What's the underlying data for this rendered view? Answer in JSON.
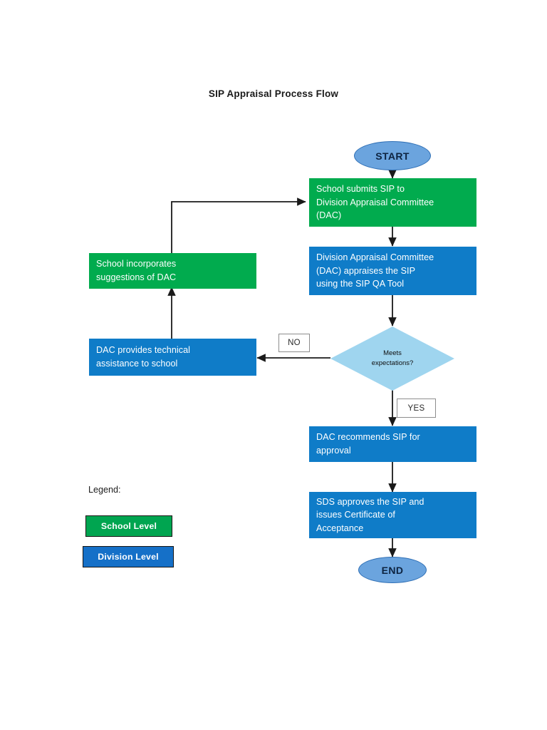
{
  "document": {
    "title": "SIP Appraisal Process Flow"
  },
  "flow": {
    "start": {
      "label": "START"
    },
    "end": {
      "label": "END"
    },
    "nodes": [
      {
        "id": "school-submits-sip",
        "label": "School submits SIP to Division Appraisal Committee (DAC)",
        "lines": [
          "School submits SIP to",
          "Division Appraisal Committee",
          "(DAC)"
        ],
        "level": "School Level",
        "color": "#01ab4e"
      },
      {
        "id": "dac-appraises-sip",
        "label": "Division Appraisal Committee (DAC) appraises the SIP using the SIP QA Tool",
        "lines": [
          "Division Appraisal Committee",
          "(DAC) appraises the SIP",
          "using the SIP QA Tool"
        ],
        "level": "Division Level",
        "color": "#0f7cc8"
      },
      {
        "id": "meets-expectations",
        "label": "Meets expectations?",
        "lines": [
          "Meets",
          "expectations?"
        ],
        "level": "Division Level",
        "color": "#9fd5ef"
      },
      {
        "id": "dac-technical-assistance",
        "label": "DAC provides technical assistance to school",
        "lines": [
          "DAC provides technical",
          "assistance to school"
        ],
        "level": "Division Level",
        "color": "#0f7cc8"
      },
      {
        "id": "school-incorporates-suggestions",
        "label": "School incorporates suggestions of DAC",
        "lines": [
          "School incorporates",
          "suggestions of DAC"
        ],
        "level": "School Level",
        "color": "#01ab4e"
      },
      {
        "id": "dac-recommends-sip",
        "label": "DAC recommends SIP for approval",
        "lines": [
          "DAC recommends SIP for",
          "approval"
        ],
        "level": "Division Level",
        "color": "#0f7cc8"
      },
      {
        "id": "sds-approves-sip",
        "label": "SDS approves the SIP and issues Certificate of Acceptance",
        "lines": [
          "SDS approves the SIP and",
          "issues Certificate of",
          "Acceptance"
        ],
        "level": "Division Level",
        "color": "#0f7cc8"
      }
    ],
    "branches": {
      "no": "NO",
      "yes": "YES"
    }
  },
  "legend": {
    "title": "Legend:",
    "items": [
      {
        "label": "School Level",
        "color": "#00a550"
      },
      {
        "label": "Division Level",
        "color": "#1570c8"
      }
    ]
  }
}
